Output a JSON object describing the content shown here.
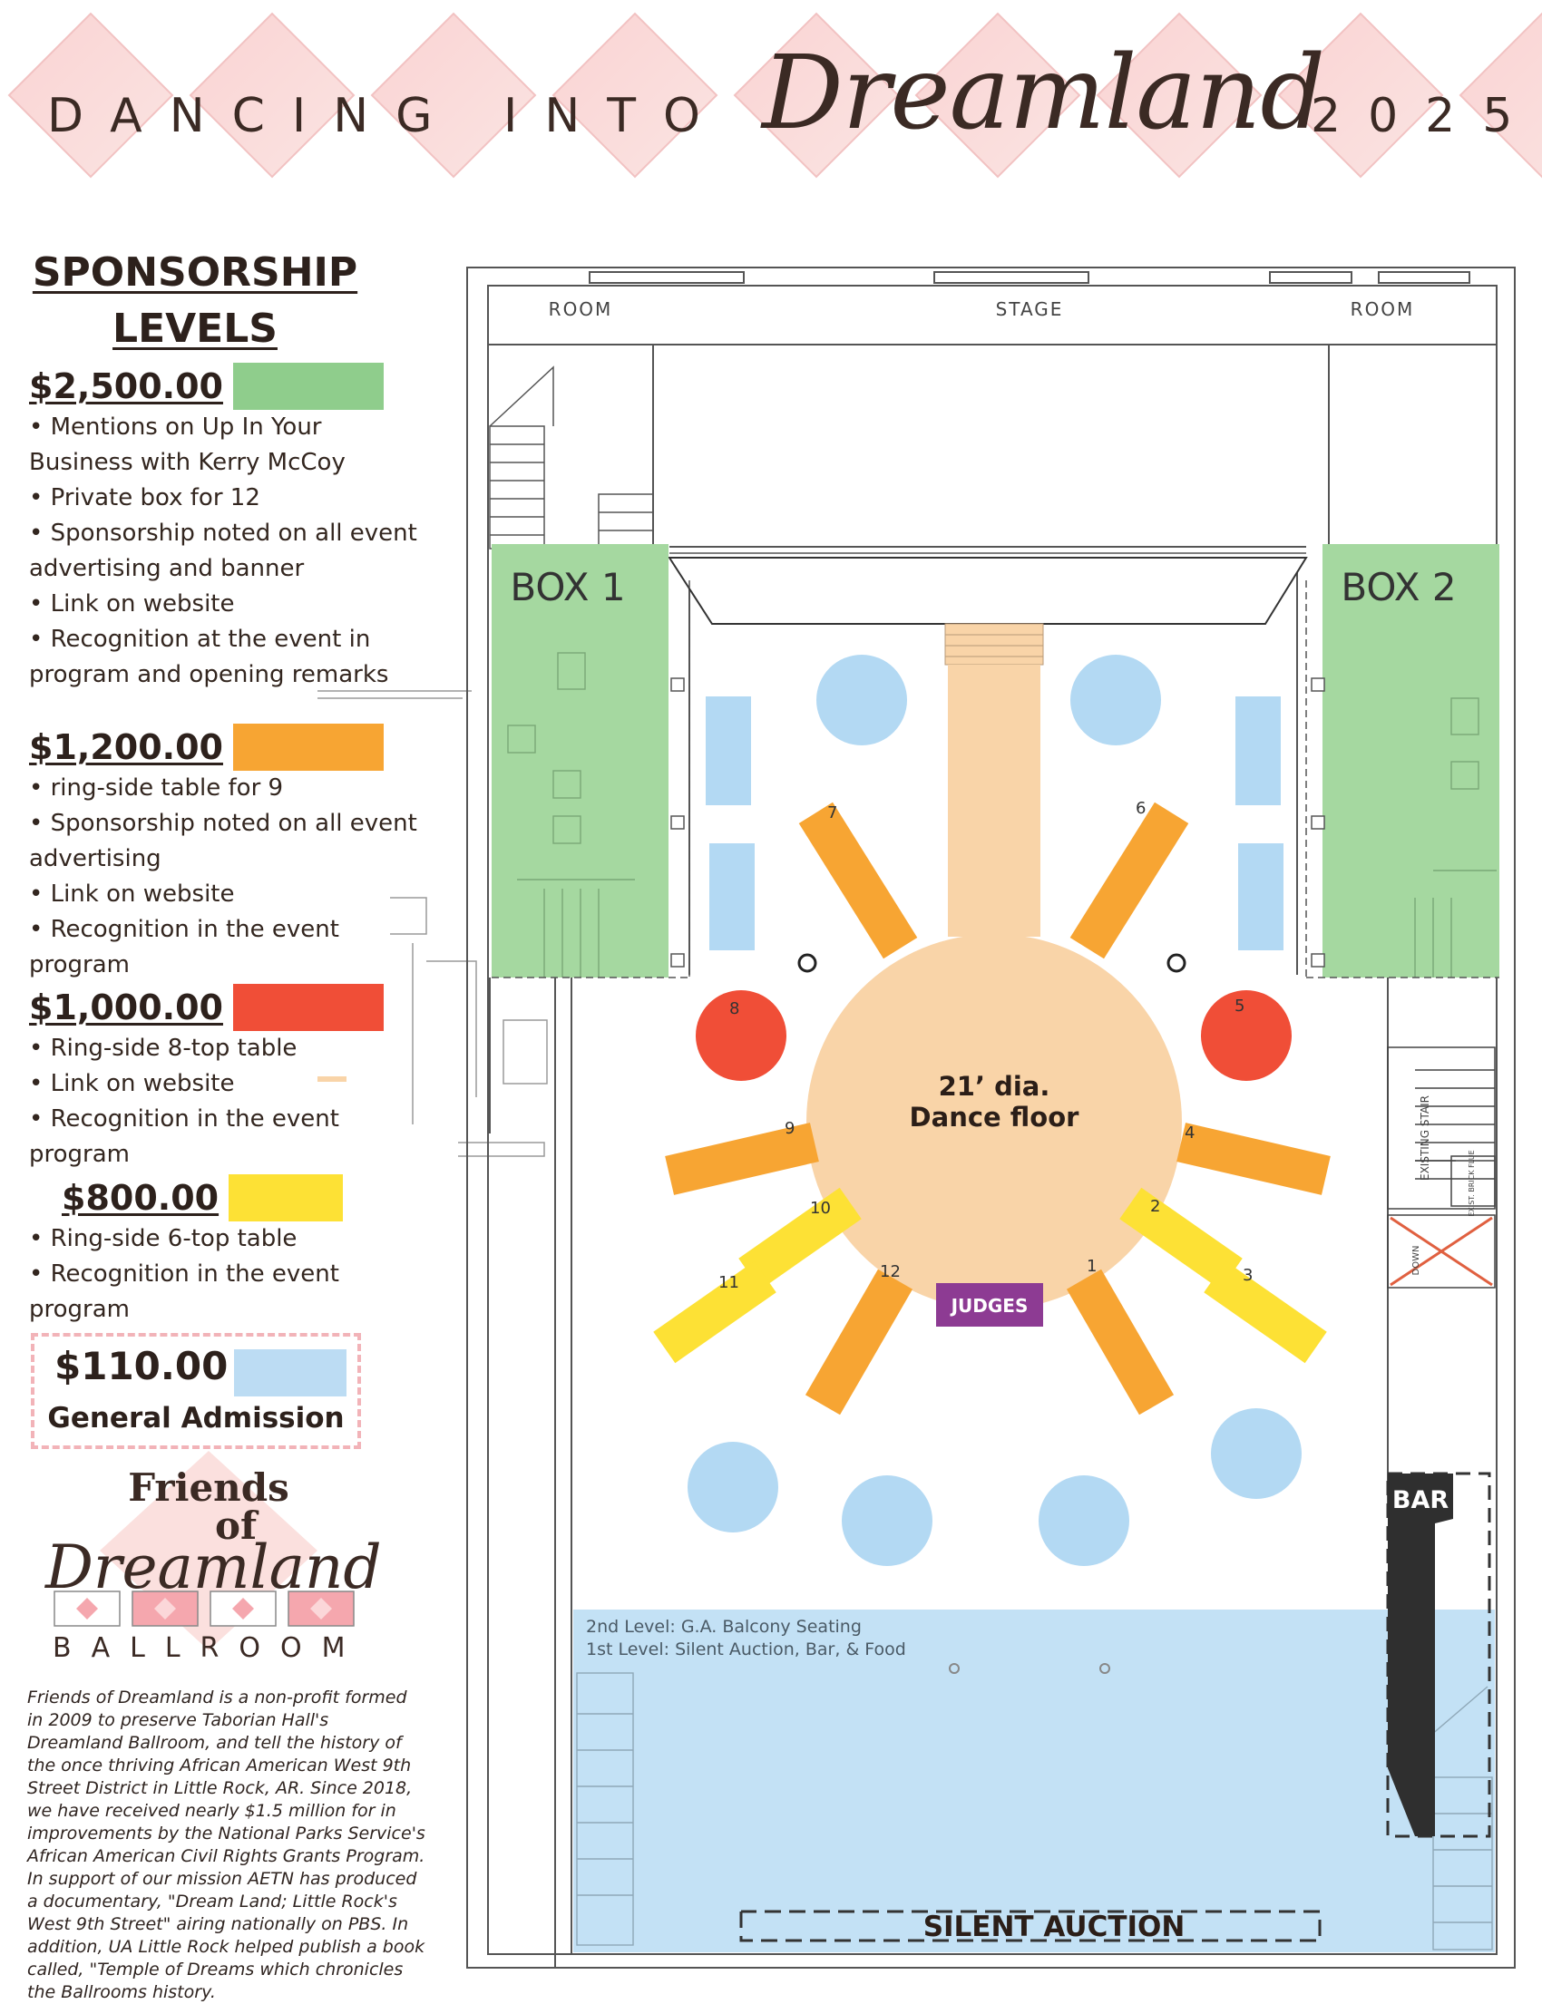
{
  "header": {
    "title_part1": "DANCING",
    "title_part2": "INTO",
    "title_script": "Dreamland",
    "title_year": "2025"
  },
  "sponsorship": {
    "title_line1": "SPONSORSHIP",
    "title_line2": "LEVELS",
    "tiers": [
      {
        "price": "$2,500.00",
        "color": "#8fcd8c",
        "benefits": [
          "• Mentions on Up In Your Business with Kerry McCoy",
          "• Private box for 12",
          "• Sponsorship noted on all event advertising and banner",
          "• Link on website",
          "• Recognition at the event in program and opening remarks"
        ]
      },
      {
        "price": "$1,200.00",
        "color": "#f7a533",
        "benefits": [
          "• ring-side table for 9",
          "• Sponsorship noted on all event advertising",
          "• Link on website",
          "• Recognition in the event program"
        ]
      },
      {
        "price": "$1,000.00",
        "color": "#f04e37",
        "benefits": [
          "• Ring-side 8-top table",
          "• Link on website",
          "• Recognition in the event program"
        ]
      },
      {
        "price": "$800.00",
        "color": "#fde135",
        "benefits": [
          "• Ring-side 6-top table",
          "• Recognition in the event program"
        ]
      }
    ],
    "general_admission": {
      "price": "$110.00",
      "label": "General Admission",
      "color": "#bcdcf3"
    }
  },
  "logo": {
    "line1": "Friends",
    "line2": "of",
    "script": "Dreamland",
    "word": "BALLROOM"
  },
  "about_text": "Friends of Dreamland is a non-profit formed in 2009 to preserve Taborian Hall's Dreamland Ballroom, and tell the history of the once thriving African American West 9th Street District in Little Rock, AR. Since 2018, we have received nearly $1.5 million for in improvements by the National Parks Service's African American Civil Rights Grants Program. In support of our mission AETN has produced a documentary, \"Dream Land; Little Rock's West 9th Street\" airing nationally on PBS. In addition, UA Little Rock helped publish a book called, \"Temple of Dreams which chronicles the Ballrooms history.",
  "floorplan": {
    "room_left": "ROOM",
    "stage": "STAGE",
    "room_right": "ROOM",
    "box1": "BOX 1",
    "box2": "BOX 2",
    "dance_floor_line1": "21’ dia.",
    "dance_floor_line2": "Dance floor",
    "judges": "JUDGES",
    "bar": "BAR",
    "balcony_line1": "2nd Level: G.A. Balcony Seating",
    "balcony_line2": "1st Level: Silent Auction, Bar, & Food",
    "silent_auction": "SILENT AUCTION",
    "existing_stair": "EXISTING STAIR",
    "brick_flue": "EXIST. BRICK FLUE",
    "down": "DOWN",
    "table_numbers": [
      "1",
      "2",
      "3",
      "4",
      "5",
      "6",
      "7",
      "8",
      "9",
      "10",
      "11",
      "12"
    ],
    "colors": {
      "box": "#a5d8a0",
      "orange_table": "#f7a533",
      "red_table": "#f04e37",
      "yellow_table": "#fde135",
      "blue_table": "#b3d9f3",
      "dance_floor": "#f9d4a8",
      "judges": "#8d3b93",
      "balcony": "#c3e1f5",
      "bar": "#2f2f2f"
    }
  }
}
